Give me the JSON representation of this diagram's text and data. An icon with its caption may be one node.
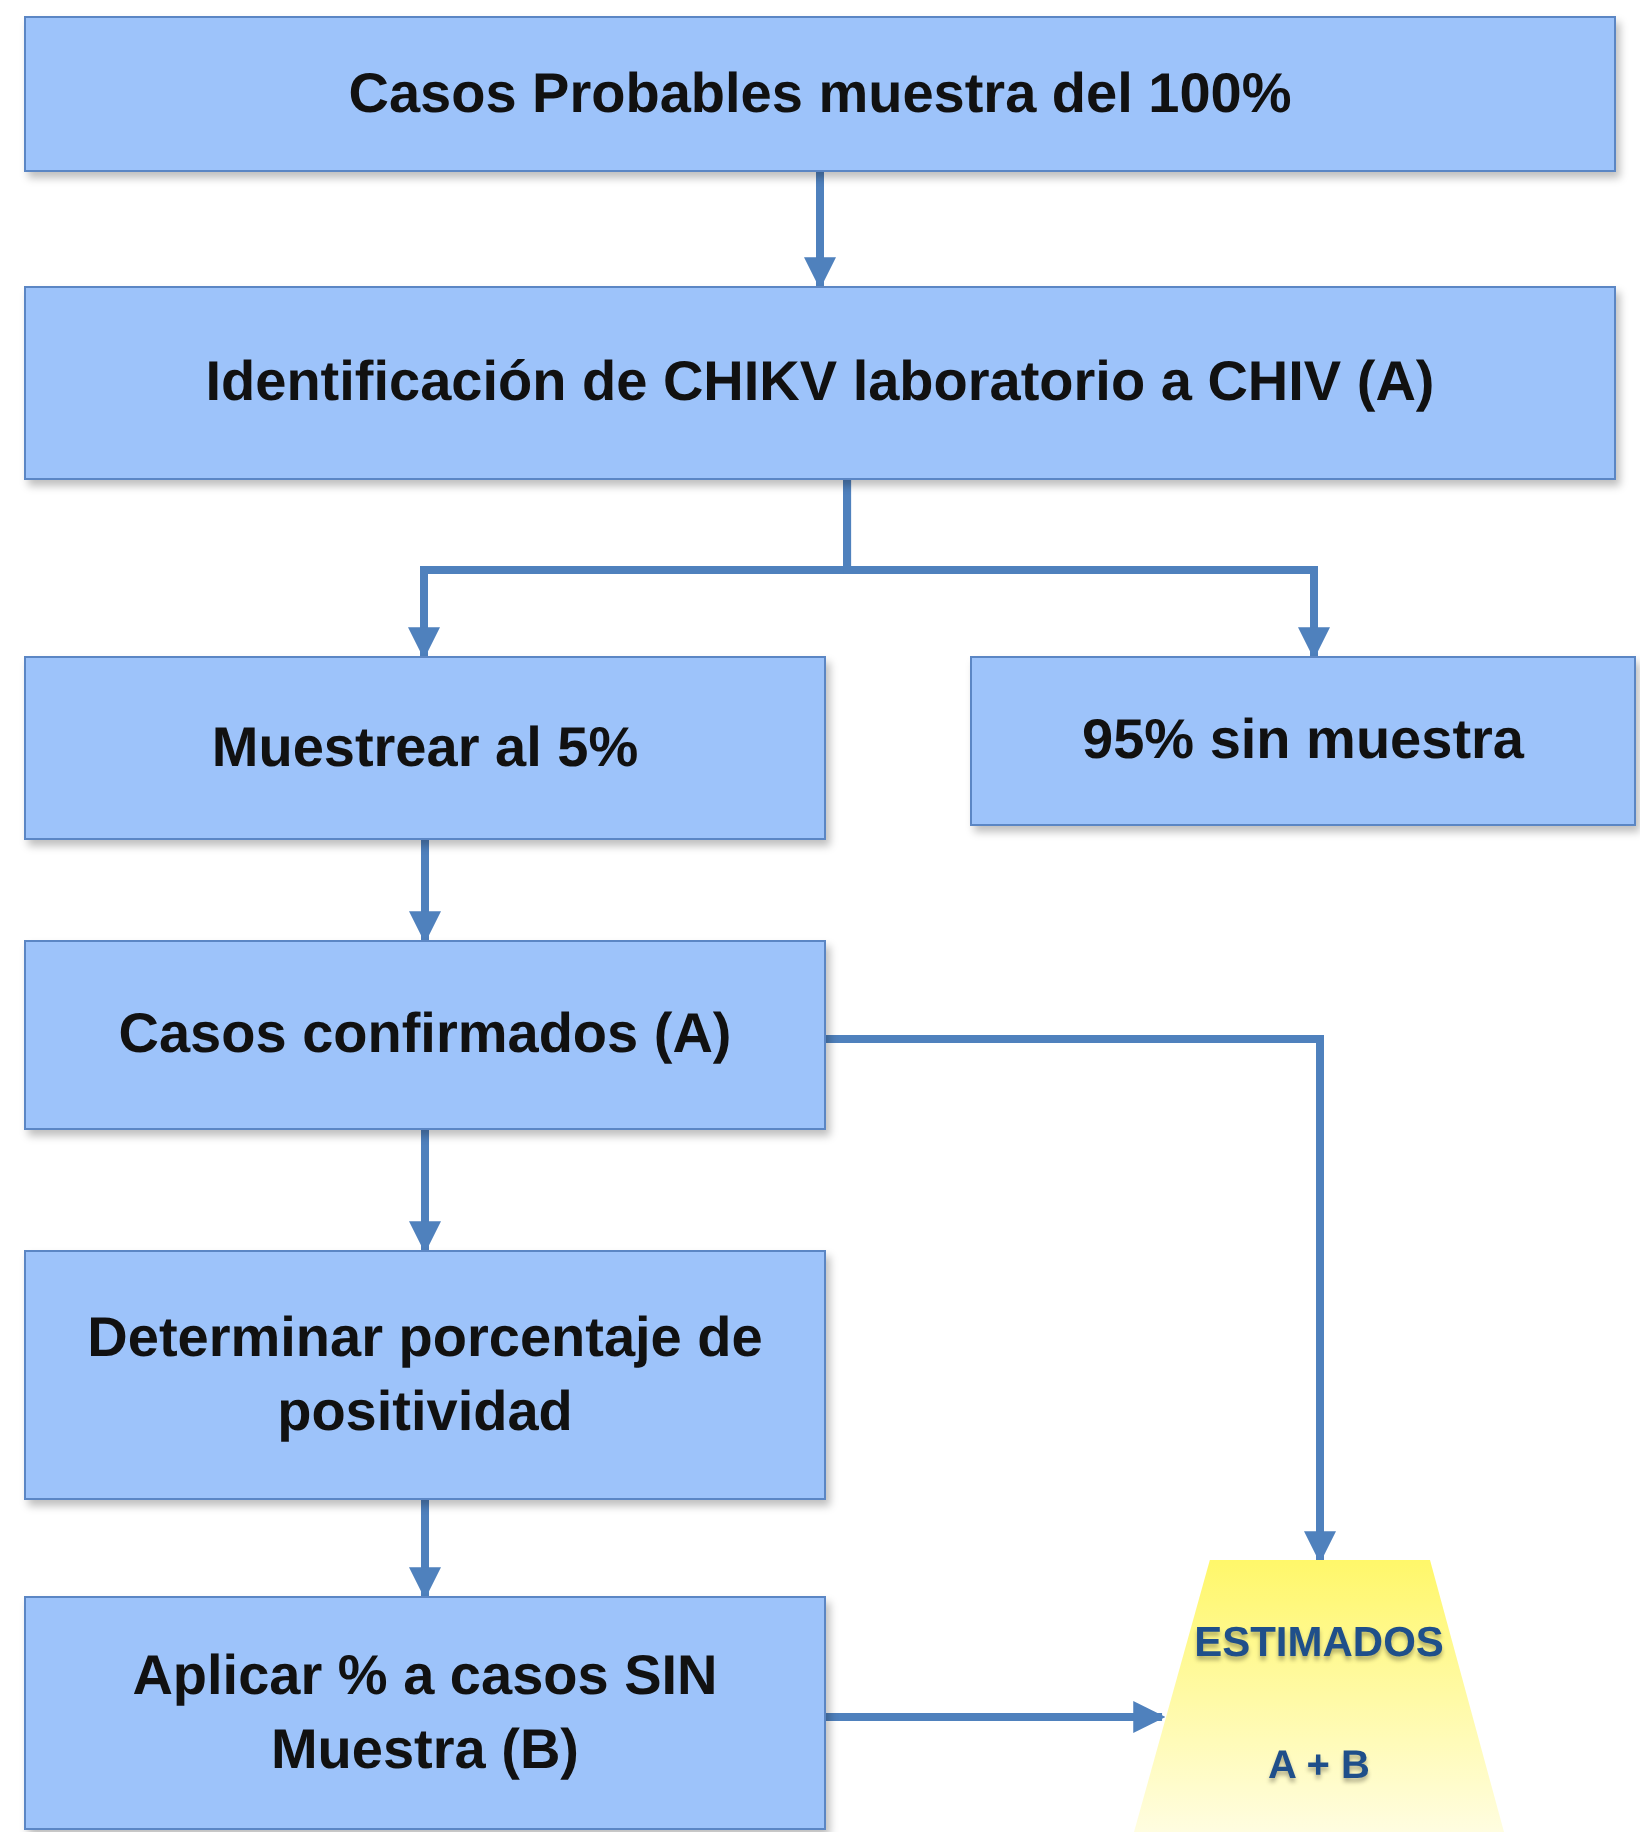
{
  "diagram": {
    "nodes": [
      {
        "text": [
          "Casos Probables muestra del 100%"
        ]
      },
      {
        "text": [
          "Identificación de CHIKV laboratorio a CHIV (A)"
        ]
      },
      {
        "text": [
          "Muestrear al 5%"
        ]
      },
      {
        "text": [
          "95% sin muestra"
        ]
      },
      {
        "text": [
          "Casos confirmados (A)"
        ]
      },
      {
        "text": [
          "Determinar porcentaje de positividad"
        ]
      },
      {
        "text": [
          "Aplicar % a casos SIN Muestra (B)"
        ]
      },
      {
        "text": [
          "ESTIMADOS",
          "A + B"
        ]
      }
    ],
    "edges": [
      {
        "from": 0,
        "to": 1,
        "arrow": "to"
      },
      {
        "from": 1,
        "to": 2,
        "arrow": "to"
      },
      {
        "from": 1,
        "to": 3,
        "arrow": "to"
      },
      {
        "from": 2,
        "to": 4,
        "arrow": "to"
      },
      {
        "from": 4,
        "to": 5,
        "arrow": "to"
      },
      {
        "from": 5,
        "to": 6,
        "arrow": "to"
      },
      {
        "from": 4,
        "to": 7,
        "arrow": "to"
      },
      {
        "from": 6,
        "to": 7,
        "arrow": "to"
      }
    ]
  }
}
